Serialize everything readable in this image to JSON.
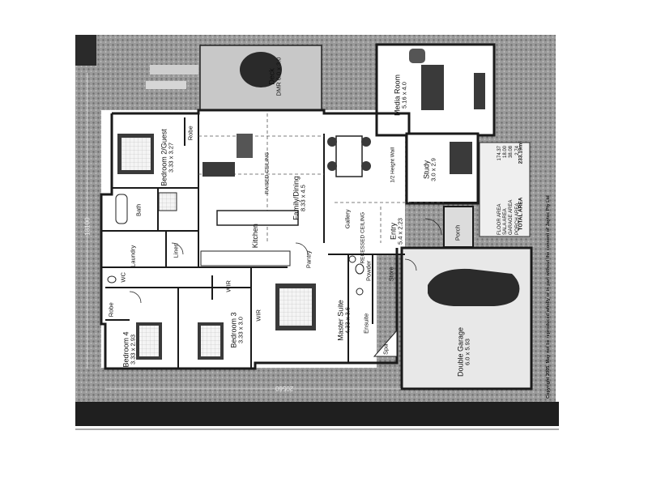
{
  "plan": {
    "rooms": [
      {
        "key": "deck",
        "name": "Deck",
        "dims": "DMR 6.0 x 3.0"
      },
      {
        "key": "media",
        "name": "Media Room",
        "dims": "5.16 x 4.0"
      },
      {
        "key": "bed2",
        "name": "Bedroom 2/Guest",
        "dims": "3.33 x 3.27"
      },
      {
        "key": "robe_top",
        "name": "Robe",
        "dims": ""
      },
      {
        "key": "family",
        "name": "Family/Dining",
        "dims": "8.33 x 4.5"
      },
      {
        "key": "study",
        "name": "Study",
        "dims": "3.0 x 2.9"
      },
      {
        "key": "bath",
        "name": "Bath",
        "dims": ""
      },
      {
        "key": "kitchen",
        "name": "Kitchen",
        "dims": ""
      },
      {
        "key": "gallery",
        "name": "Gallery",
        "dims": ""
      },
      {
        "key": "entry",
        "name": "Entry",
        "dims": "5.4 x 2.23"
      },
      {
        "key": "porch",
        "name": "Porch",
        "dims": ""
      },
      {
        "key": "laundry",
        "name": "Laundry",
        "dims": ""
      },
      {
        "key": "linen",
        "name": "Linen",
        "dims": ""
      },
      {
        "key": "pantry",
        "name": "Pantry",
        "dims": ""
      },
      {
        "key": "powder",
        "name": "Powder",
        "dims": ""
      },
      {
        "key": "store",
        "name": "Store",
        "dims": ""
      },
      {
        "key": "wc",
        "name": "WC",
        "dims": ""
      },
      {
        "key": "wir3",
        "name": "WIR",
        "dims": ""
      },
      {
        "key": "wir_master",
        "name": "WIR",
        "dims": ""
      },
      {
        "key": "robe4",
        "name": "Robe",
        "dims": ""
      },
      {
        "key": "bed4",
        "name": "Bedroom 4",
        "dims": "3.33 x 2.93"
      },
      {
        "key": "bed3",
        "name": "Bedroom 3",
        "dims": "3.33 x 3.0"
      },
      {
        "key": "master",
        "name": "Master Suite",
        "dims": "4.33 x 3.6"
      },
      {
        "key": "ensuite",
        "name": "Ensuite",
        "dims": ""
      },
      {
        "key": "spa",
        "name": "Spa",
        "dims": ""
      },
      {
        "key": "garage",
        "name": "Double Garage",
        "dims": "6.0 x 5.93"
      }
    ],
    "annotations": {
      "raised_ceiling": "RAISED CEILING",
      "height_wall": "1/2 Height Wall",
      "recessed_ceiling": "RECESSED CEILING",
      "width_dim": "20560",
      "depth_dim": "13100"
    },
    "areas": {
      "rows": [
        {
          "label": "FLOOR AREA",
          "value": "174.37"
        },
        {
          "label": "SALA AREA",
          "value": "18.00"
        },
        {
          "label": "GARAGE AREA",
          "value": "38.08"
        },
        {
          "label": "PORCH AREA",
          "value": "2.74"
        }
      ],
      "total_label": "TOTAL AREA",
      "total_value": "233.19m²"
    },
    "copyright": "Copyright 2005. May not be reproduced wholly or in part without the consent of Jaytoc Pty Ltd",
    "colors": {
      "lawn": "#8a8a8a",
      "wall": "#1a1a1a",
      "floor": "#ffffff",
      "garage_floor": "#e8e8e8",
      "dark_band": "#1f1f1f"
    }
  }
}
